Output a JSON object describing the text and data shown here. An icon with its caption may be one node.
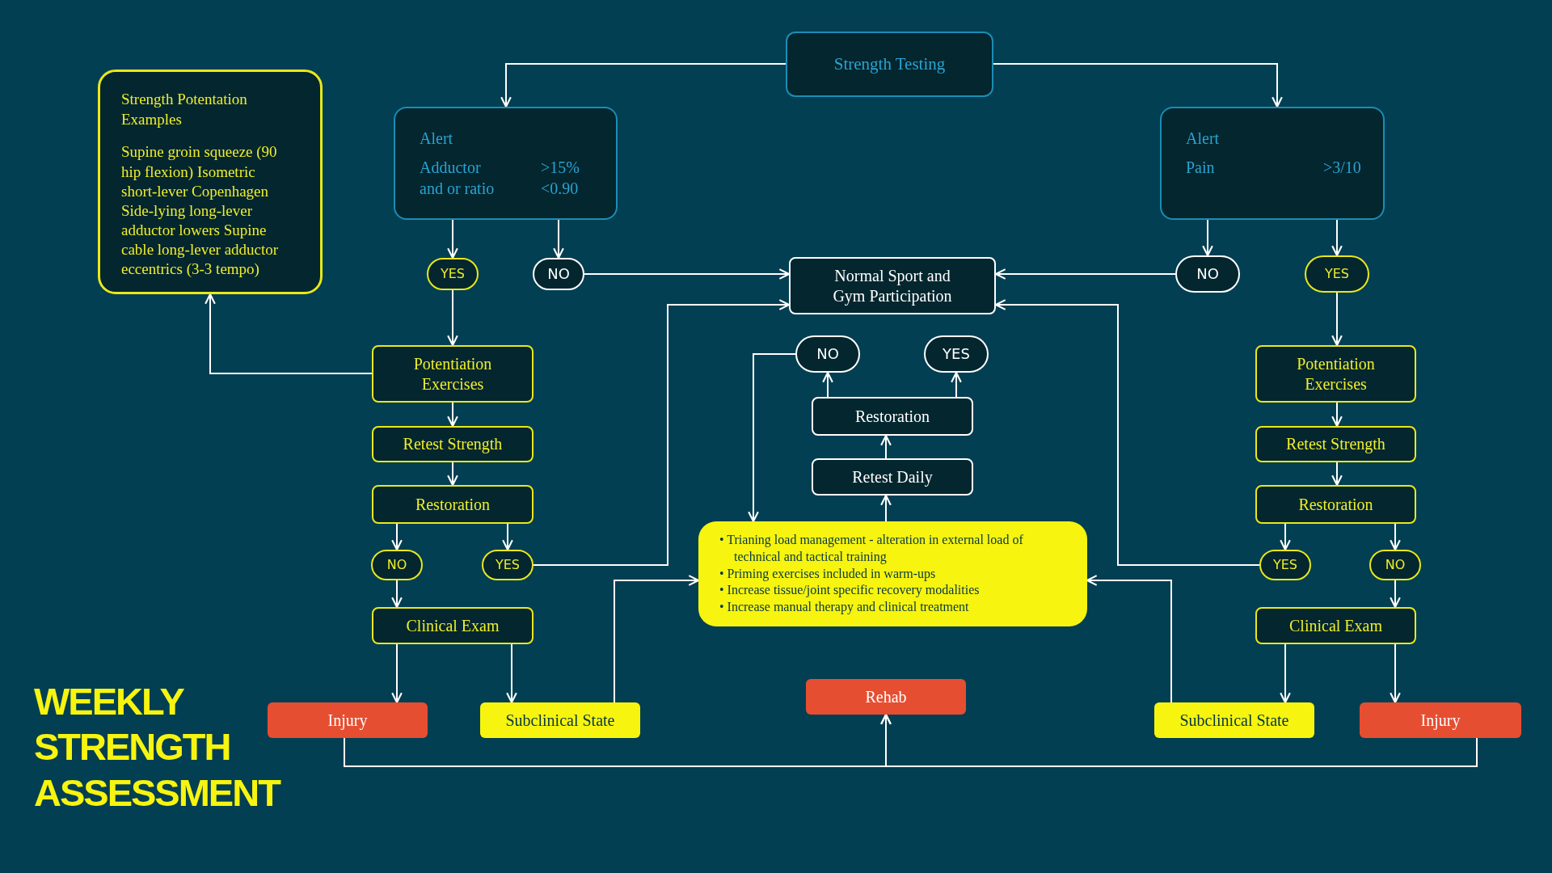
{
  "diagram": {
    "title": "WEEKLY STRENGTH ASSESSMENT",
    "nodes": [
      {
        "text": [
          "Strength Testing"
        ]
      },
      {
        "text": [
          "Strength Potentation Examples",
          "Supine groin squeeze (90 hip flexion) Isometric short-lever Copenhagen Side-lying long-lever adductor lowers Supine cable long-lever adductor eccentrics (3-3 tempo)"
        ]
      },
      {
        "text": [
          "Alert",
          "Adductor",
          ">15%",
          "and or ratio",
          "<0.90"
        ]
      },
      {
        "text": [
          "Alert",
          "Pain",
          ">3/10"
        ]
      },
      {
        "text": [
          "YES"
        ]
      },
      {
        "text": [
          "NO"
        ]
      },
      {
        "text": [
          "Normal Sport and Gym Participation"
        ]
      },
      {
        "text": [
          "NO"
        ]
      },
      {
        "text": [
          "YES"
        ]
      },
      {
        "text": [
          "Potentiation Exercises"
        ]
      },
      {
        "text": [
          "Retest Strength"
        ]
      },
      {
        "text": [
          "Restoration"
        ]
      },
      {
        "text": [
          "NO"
        ]
      },
      {
        "text": [
          "YES"
        ]
      },
      {
        "text": [
          "Clinical Exam"
        ]
      },
      {
        "text": [
          "Injury"
        ]
      },
      {
        "text": [
          "Subclinical State"
        ]
      },
      {
        "text": [
          "NO"
        ]
      },
      {
        "text": [
          "YES"
        ]
      },
      {
        "text": [
          "Restoration"
        ]
      },
      {
        "text": [
          "Retest Daily"
        ]
      },
      {
        "text": [
          "• Trianing load management - alteration in external load of technical and tactical training",
          "• Priming exercises included in warm-ups",
          "• Increase tissue/joint specific recovery modalities",
          "• Increase manual therapy and clinical treatment"
        ]
      },
      {
        "text": [
          "Rehab"
        ]
      },
      {
        "text": [
          "Potentiation Exercises"
        ]
      },
      {
        "text": [
          "Retest Strength"
        ]
      },
      {
        "text": [
          "Restoration"
        ]
      },
      {
        "text": [
          "YES"
        ]
      },
      {
        "text": [
          "NO"
        ]
      },
      {
        "text": [
          "Clinical Exam"
        ]
      },
      {
        "text": [
          "Subclinical State"
        ]
      },
      {
        "text": [
          "Injury"
        ]
      }
    ],
    "edges": [
      {
        "from": 0,
        "to": 2,
        "arrow": "to"
      },
      {
        "from": 0,
        "to": 3,
        "arrow": "to"
      },
      {
        "from": 2,
        "to": 4,
        "arrow": "to"
      },
      {
        "from": 2,
        "to": 5,
        "arrow": "to"
      },
      {
        "from": 5,
        "to": 6,
        "arrow": "to"
      },
      {
        "from": 3,
        "to": 7,
        "arrow": "to"
      },
      {
        "from": 3,
        "to": 8,
        "arrow": "to"
      },
      {
        "from": 7,
        "to": 6,
        "arrow": "to"
      },
      {
        "from": 4,
        "to": 9,
        "arrow": "to"
      },
      {
        "from": 9,
        "to": 1,
        "arrow": "to"
      },
      {
        "from": 9,
        "to": 10,
        "arrow": "to"
      },
      {
        "from": 10,
        "to": 11,
        "arrow": "to"
      },
      {
        "from": 11,
        "to": 12,
        "arrow": "to"
      },
      {
        "from": 11,
        "to": 13,
        "arrow": "to"
      },
      {
        "from": 12,
        "to": 14,
        "arrow": "to"
      },
      {
        "from": 13,
        "to": 6,
        "arrow": "to"
      },
      {
        "from": 14,
        "to": 15,
        "arrow": "to"
      },
      {
        "from": 14,
        "to": 16,
        "arrow": "to"
      },
      {
        "from": 16,
        "to": 21,
        "arrow": "to"
      },
      {
        "from": 15,
        "to": 22,
        "arrow": "to"
      },
      {
        "from": 30,
        "to": 22,
        "arrow": "to"
      },
      {
        "from": 21,
        "to": 20,
        "arrow": "to"
      },
      {
        "from": 20,
        "to": 19,
        "arrow": "to"
      },
      {
        "from": 19,
        "to": 17,
        "arrow": "to"
      },
      {
        "from": 19,
        "to": 18,
        "arrow": "to"
      },
      {
        "from": 17,
        "to": 21,
        "arrow": "to"
      },
      {
        "from": 8,
        "to": 23,
        "arrow": "to"
      },
      {
        "from": 23,
        "to": 24,
        "arrow": "to"
      },
      {
        "from": 24,
        "to": 25,
        "arrow": "to"
      },
      {
        "from": 25,
        "to": 26,
        "arrow": "to"
      },
      {
        "from": 25,
        "to": 27,
        "arrow": "to"
      },
      {
        "from": 27,
        "to": 28,
        "arrow": "to"
      },
      {
        "from": 26,
        "to": 6,
        "arrow": "to"
      },
      {
        "from": 28,
        "to": 29,
        "arrow": "to"
      },
      {
        "from": 28,
        "to": 30,
        "arrow": "to"
      },
      {
        "from": 29,
        "to": 21,
        "arrow": "to"
      }
    ]
  }
}
